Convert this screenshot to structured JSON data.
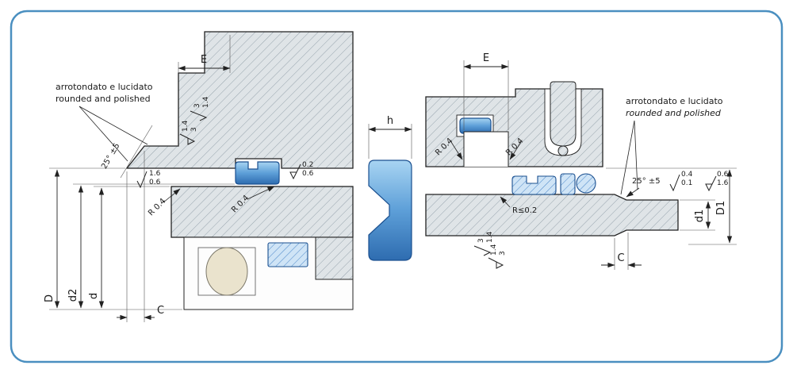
{
  "colors": {
    "border_blue": "#4a8fc0",
    "metal_fill": "#dfe4e7",
    "hatch_line": "#97a4ad",
    "seal_blue_dark": "#2e6cb0",
    "seal_blue_light": "#a8d4f2",
    "drawing_line": "#222222",
    "bearing_ball": "#eae3cd"
  },
  "left_view": {
    "note_line1": "arrotondato  e lucidato",
    "note_line2": "rounded and polished",
    "chamfer_angle": "25° ±5",
    "dim_E": "E",
    "dim_C": "C",
    "dim_D": "D",
    "dim_d2": "d2",
    "dim_d": "d",
    "radius_left": "R 0.4",
    "radius_right": "R 0.4",
    "finish_edge_top": "1.6",
    "finish_edge_bottom": "0.6",
    "finish_groove_top": "0.2",
    "finish_groove_bottom": "0.6",
    "finish_rot1_a": "3",
    "finish_rot1_b": "1.4",
    "finish_rot2_a": "1.4",
    "finish_rot2_b": "3"
  },
  "profile_view": {
    "dim_h": "h"
  },
  "right_view": {
    "note_line1": "arrotondato e lucidato",
    "note_line2": "rounded and polished",
    "chamfer_angle": "25° ±5",
    "dim_E": "E",
    "dim_C": "C",
    "dim_d1": "d1",
    "dim_D1": "D1",
    "radius_left": "R 0.4",
    "radius_right": "R 0.4",
    "radius_small": "R≤0.2",
    "finish_plain_top": "0.4",
    "finish_plain_bottom": "0.1",
    "finish_tri_top": "0.6",
    "finish_tri_bottom": "1.6",
    "finish_rot1_a": "3",
    "finish_rot1_b": "1.4",
    "finish_rot2_a": "1.4",
    "finish_rot2_b": "3"
  }
}
